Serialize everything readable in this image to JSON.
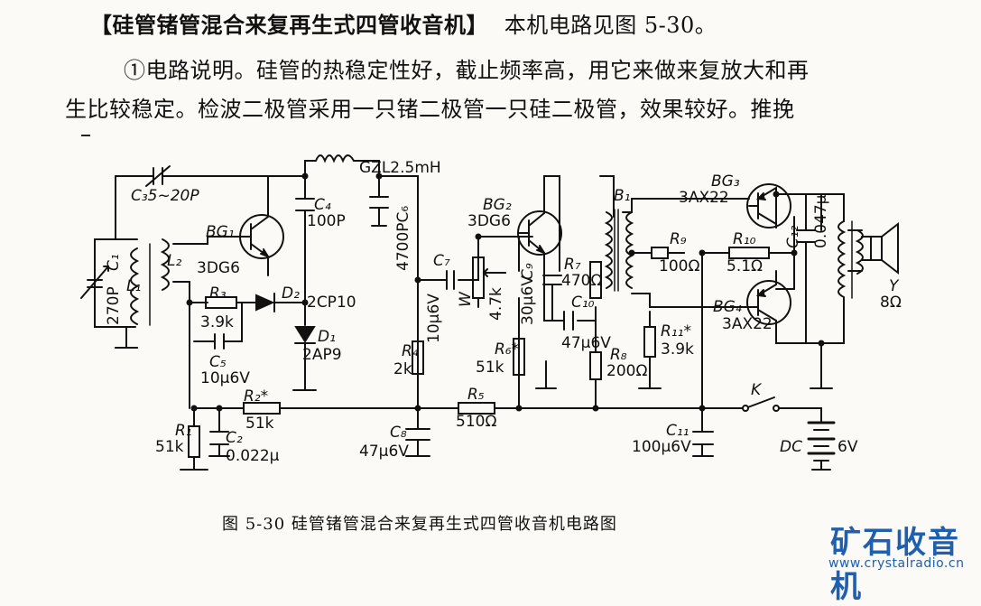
{
  "text": {
    "heading": "【硅管锗管混合来复再生式四管收音机】",
    "heading_ref": "本机电路见图 5-30。",
    "para_line1": "①电路说明。硅管的热稳定性好，截止频率高，用它来做来复放大和再",
    "para_line2": "生比较稳定。检波二极管采用一只锗二极管一只硅二极管，效果较好。推挽"
  },
  "figure": {
    "caption": "图 5-30    硅管锗管混合来复再生式四管收音机电路图",
    "labels": {
      "c3": "C₃5~20P",
      "bg1": "BG₁",
      "bg1_type": "3DG6",
      "l1": "L₁",
      "l2": "L₂",
      "c1": "C₁",
      "c1_val": "270P",
      "c4": "C₄",
      "c4_val": "100P",
      "gzl": "GZL2.5mH",
      "c6": "4700PC₆",
      "r3": "R₃",
      "r3_val": "3.9k",
      "d2": "D₂",
      "d2_type": "2CP10",
      "d1": "D₁",
      "d1_type": "2AP9",
      "c5": "C₅",
      "c5_val": "10μ6V",
      "r2": "R₂*",
      "r2_val": "51k",
      "r1": "R₁",
      "r1_val": "51k",
      "c2": "C₂",
      "c2_val": "0.022μ",
      "c7": "C₇",
      "c7_val": "10μ6V",
      "r4": "R₄",
      "r4_val": "2k",
      "c8": "C₈",
      "c8_val": "47μ6V",
      "bg2": "BG₂",
      "bg2_type": "3DG6",
      "w": "W",
      "w_val": "4.7k",
      "c9": "C₉",
      "c9_val": "30μ6V",
      "r7": "R₇",
      "r7_val": "470Ω",
      "c10": "C₁₀",
      "c10_val": "47μ6V",
      "r6": "R₆*",
      "r6_val": "51k",
      "r5": "R₅",
      "r5_val": "510Ω",
      "r8": "R₈",
      "r8_val": "200Ω",
      "b1": "B₁",
      "bg3": "BG₃",
      "bg3_type": "3AX22",
      "r9": "R₉",
      "r9_val": "100Ω",
      "r10": "R₁₀",
      "r10_val": "5.1Ω",
      "c12": "C₁₂",
      "c12_val": "0.047μ",
      "y": "Y",
      "y_val": "8Ω",
      "bg4": "BG₄",
      "bg4_type": "3AX22",
      "r11": "R₁₁*",
      "r11_val": "3.9k",
      "k": "K",
      "c11": "C₁₁",
      "c11_val": "100μ6V",
      "dc": "DC",
      "dc_val": "6V"
    }
  },
  "watermark": {
    "brand": "矿石收音机",
    "url": "www.crystalradio.cn"
  }
}
